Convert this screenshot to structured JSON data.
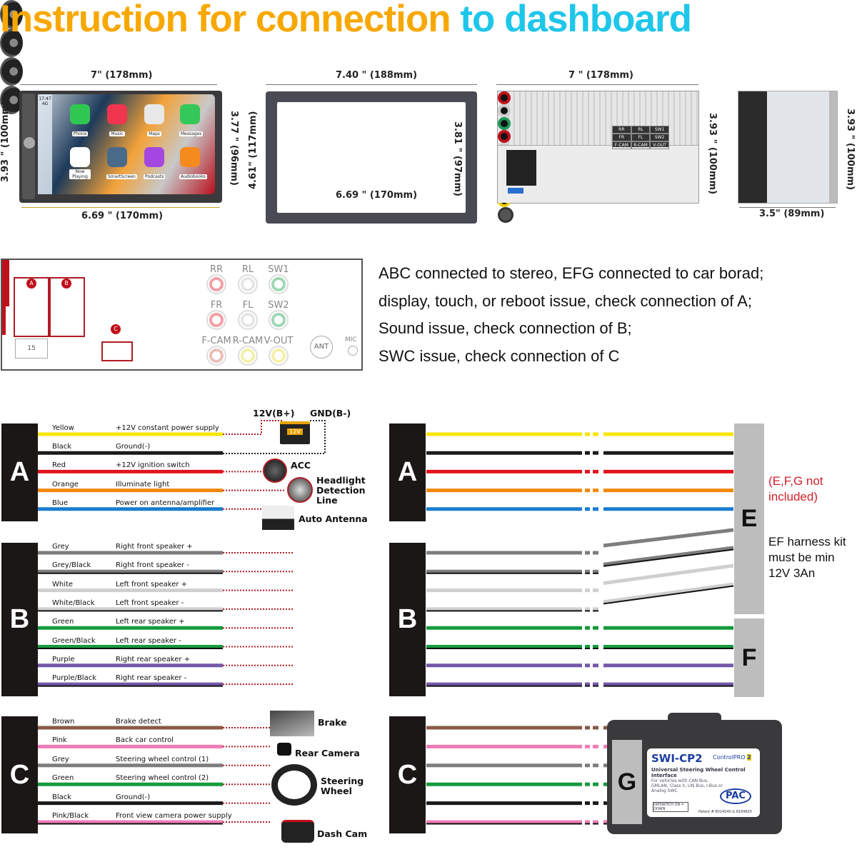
{
  "title": {
    "part1": "Instruction for connection",
    "part2": "to dashboard",
    "color1": "#f7a800",
    "color2": "#1ec6ea"
  },
  "front_unit": {
    "width_top": "7\" (178mm)",
    "width_bottom": "6.69 \" (170mm)",
    "height_left": "3.93 \" (100mm)",
    "height_right": "3.77 \" (96mm)",
    "screen": {
      "time": "17:47",
      "signal": "4G",
      "apps": [
        {
          "label": "Phone",
          "color": "#2fc752"
        },
        {
          "label": "Music",
          "color": "#f0354f"
        },
        {
          "label": "Maps",
          "color": "#e8e8e8"
        },
        {
          "label": "Messages",
          "color": "#34c759"
        },
        {
          "label": "Now Playing",
          "color": "#ffffff"
        },
        {
          "label": "SmartScreen",
          "color": "#4a6a8a"
        },
        {
          "label": "Podcasts",
          "color": "#a347e0"
        },
        {
          "label": "Audiobooks",
          "color": "#f58a1f"
        }
      ]
    }
  },
  "bezel": {
    "width_outer": "7.40 \" (188mm)",
    "width_inner": "6.69 \" (170mm)",
    "height_outer": "4.61\" (117mm)",
    "height_inner": "3.81 \" (97mm)"
  },
  "rear_unit": {
    "width": "7 \" (178mm)",
    "height": "3.93 \" (100mm)",
    "panel_labels": [
      "RR",
      "RL",
      "SW1",
      "FR",
      "FL",
      "SW2",
      "F-CAM",
      "R-CAM",
      "V-OUT"
    ]
  },
  "side_unit": {
    "depth": "3.5\" (89mm)",
    "height": "3.93 \" (100mm)"
  },
  "ports_panel": {
    "connector_a": "A",
    "connector_b": "B",
    "connector_c": "C",
    "fuse": "15",
    "jacks": [
      {
        "label": "RR",
        "color": "#f2a0a8"
      },
      {
        "label": "RL",
        "color": "#e6e6e6"
      },
      {
        "label": "SW1",
        "color": "#9ed8b4"
      },
      {
        "label": "FR",
        "color": "#f2a0a8"
      },
      {
        "label": "FL",
        "color": "#e6e6e6"
      },
      {
        "label": "SW2",
        "color": "#9ed8b4"
      },
      {
        "label": "F-CAM",
        "color": "#e8c0b8"
      },
      {
        "label": "R-CAM",
        "color": "#f5f0a8"
      },
      {
        "label": "V-OUT",
        "color": "#f5f0a8"
      }
    ],
    "ant": "ANT",
    "mic": "MIC"
  },
  "notes": [
    "ABC connected to stereo, EFG connected to car borad;",
    "display, touch, or reboot issue, check connection of A;",
    "Sound issue, check connection of B;",
    "SWC issue, check connection of C"
  ],
  "harness": {
    "groups": [
      {
        "letter": "A",
        "wires": [
          {
            "color_name": "Yellow",
            "function": "+12V constant power supply",
            "hex": "#f7e500"
          },
          {
            "color_name": "Black",
            "function": "Ground(-)",
            "hex": "#1a1a1a"
          },
          {
            "color_name": "Red",
            "function": "+12V ignition switch",
            "hex": "#e3121c"
          },
          {
            "color_name": "Orange",
            "function": "Illuminate light",
            "hex": "#f0890a"
          },
          {
            "color_name": "Blue",
            "function": "Power on antenna/amplifier",
            "hex": "#1a7dd0"
          }
        ]
      },
      {
        "letter": "B",
        "wires": [
          {
            "color_name": "Grey",
            "function": "Right front speaker +",
            "hex": "#7d7d7d"
          },
          {
            "color_name": "Grey/Black",
            "function": "Right front speaker -",
            "hex": "#7d7d7d",
            "stripe": "#111111"
          },
          {
            "color_name": "White",
            "function": "Left front speaker +",
            "hex": "#cfcfcf"
          },
          {
            "color_name": "White/Black",
            "function": "Left front speaker -",
            "hex": "#cfcfcf",
            "stripe": "#111111"
          },
          {
            "color_name": "Green",
            "function": "Left rear speaker +",
            "hex": "#159a3c"
          },
          {
            "color_name": "Green/Black",
            "function": "Left rear speaker -",
            "hex": "#159a3c",
            "stripe": "#111111"
          },
          {
            "color_name": "Purple",
            "function": "Right rear speaker +",
            "hex": "#7458a8"
          },
          {
            "color_name": "Purple/Black",
            "function": "Right rear speaker -",
            "hex": "#7458a8",
            "stripe": "#111111"
          }
        ]
      },
      {
        "letter": "C",
        "wires": [
          {
            "color_name": "Brown",
            "function": "Brake detect",
            "hex": "#8a5a48"
          },
          {
            "color_name": "Pink",
            "function": "Back car control",
            "hex": "#ee7cb4"
          },
          {
            "color_name": "Grey",
            "function": "Steering wheel control (1)",
            "hex": "#7d7d7d"
          },
          {
            "color_name": "Green",
            "function": "Steering wheel control (2)",
            "hex": "#159a3c"
          },
          {
            "color_name": "Black",
            "function": "Ground(-)",
            "hex": "#1a1a1a"
          },
          {
            "color_name": "Pink/Black",
            "function": "Front view camera power supply",
            "hex": "#ee7cb4",
            "stripe": "#111111"
          }
        ]
      }
    ],
    "devices": {
      "b_plus": "12V(B+)",
      "gnd": "GND(B-)",
      "battery": "12V",
      "acc": "ACC",
      "headlight": [
        "Headlight",
        "Detection",
        "Line"
      ],
      "antenna": "Auto Antenna",
      "brake": "Brake",
      "rear_camera": "Rear Camera",
      "steering": [
        "Steering",
        "Wheel"
      ],
      "dash_cam": "Dash Cam"
    }
  },
  "right": {
    "e": "E",
    "f": "F",
    "g": "G",
    "note_red": [
      "(E,F,G not",
      "included)"
    ],
    "note": [
      "EF harness kit",
      "must be min",
      "12V 3An"
    ],
    "module": {
      "model": "SWI-CP2",
      "brand": "ControlPRO",
      "brand_num": "2",
      "desc": "Universal Steering Wheel Control Interface",
      "desc2": "For vehicles with CAN Bus, GMLAN, Class II, LIN Bus, I-Bus or Analog SWC",
      "dip": "DIPSWITCH ON = DOWN",
      "pac": "PAC",
      "patent": "Patent # 8014540 & 8184825"
    }
  }
}
